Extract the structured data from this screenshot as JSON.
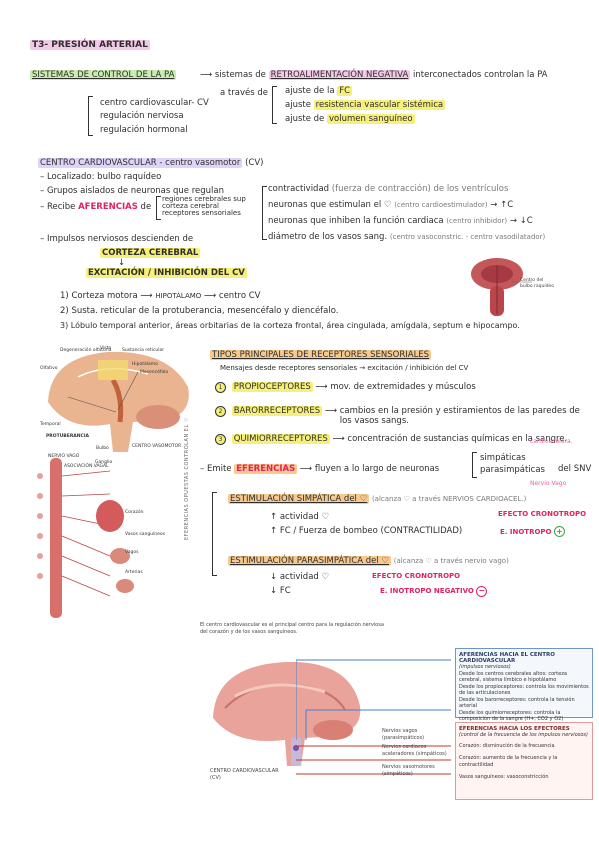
{
  "title": "T3- PRESIÓN ARTERIAL",
  "systems": {
    "heading": "SISTEMAS DE CONTROL DE LA PA",
    "arrow_text": "sistemas de",
    "retro": "RETROALIMENTACIÓN NEGATIVA",
    "rest": "interconectados controlan la PA",
    "a_traves": "a través de",
    "list": [
      "centro cardiovascular- CV",
      "regulación nerviosa",
      "regulación hormonal"
    ],
    "ajustes": [
      {
        "pre": "ajuste de la",
        "hl": "FC"
      },
      {
        "pre": "ajuste",
        "hl": "resistencia vascular sistémica"
      },
      {
        "pre": "ajuste de",
        "hl": "volumen sanguíneo"
      }
    ]
  },
  "centro": {
    "heading": "CENTRO CARDIOVASCULAR - centro vasomotor",
    "heading_tag": "(CV)",
    "loc": "Localizado: bulbo raquídeo",
    "grupos": "Grupos aislados de neuronas que regulan",
    "recibe_pre": "Recibe",
    "aferencias": "AFERENCIAS",
    "recibe_de": "de",
    "aferencia_src": [
      "regiones cerebrales sup",
      "corteza cerebral",
      "receptores sensoriales"
    ],
    "impulsos": "Impulsos nerviosos descienden de",
    "corteza": "CORTEZA CEREBRAL",
    "excitacion": "EXCITACIÓN / INHIBICIÓN DEL CV",
    "regula": [
      {
        "text": "contractividad",
        "note": "(fuerza de contracción) de los ventrículos"
      },
      {
        "text": "neuronas que estimulan el ♡",
        "note": "(centro cardioestimulador)",
        "result": "→ ↑C"
      },
      {
        "text": "neuronas que inhiben la función cardiaca",
        "note": "(centro inhibidor)",
        "result": "→ ↓C"
      },
      {
        "text": "diámetro de los vasos sang.",
        "note": "(centro vasoconstric. - centro vasodilatador)"
      }
    ],
    "numbered": [
      {
        "n": "1)",
        "text": "Corteza motora",
        "arrow": "HIPOTÁLAMO",
        "tail": "centro CV"
      },
      {
        "n": "2)",
        "text": "Susta. reticular de la protuberancia, mesencéfalo y diencéfalo.",
        "arrow": "",
        "tail": ""
      },
      {
        "n": "3)",
        "text": "Lóbulo temporal anterior, áreas orbitarias de la corteza frontal, área cingulada, amígdala, septum e hipocampo.",
        "arrow": "",
        "tail": ""
      }
    ],
    "bulbo_labels": [
      "Centro del",
      "bulbo raquídeo"
    ]
  },
  "receptores": {
    "heading": "TIPOS PRINCIPALES DE RECEPTORES SENSORIALES",
    "mensajes": "Mensajes desde receptores sensoriales → excitación / inhibición del CV",
    "items": [
      {
        "n": "1",
        "name": "PROPIOCEPTORES",
        "desc": "mov. de extremidades y músculos"
      },
      {
        "n": "2",
        "name": "BARORRECEPTORES",
        "desc": "cambios en la presión y estiramientos de las paredes de los vasos sangs."
      },
      {
        "n": "3",
        "name": "QUIMIORRECEPTORES",
        "desc": "concentración de sustancias químicas en la sangre."
      }
    ],
    "emite_pre": "Emite",
    "eferencias": "EFERENCIAS",
    "emite_post": "fluyen a lo largo de neuronas",
    "simpaticas": "simpáticas",
    "parasimpaticas": "parasimpáticas",
    "del_snv": "del SNV",
    "note_cardio": "cardioacelera.",
    "note_vago": "Nervio Vago",
    "side_label": "EFERENCIAS OPUESTAS CONTROLAN EL ♡"
  },
  "simpatica": {
    "heading": "ESTIMULACIÓN SIMPÁTICA del ♡",
    "note": "(alcanza ♡ a través NERVIOS CARDIOACEL.)",
    "line1": "↑ actividad ♡",
    "line2": "↑ FC / Fuerza de bombeo (CONTRACTILIDAD)",
    "efecto1": "EFECTO CRONOTROPO",
    "efecto2": "E. INOTROPO",
    "sign": "+"
  },
  "parasimpatica": {
    "heading": "ESTIMULACIÓN PARASIMPÁTICA del ♡",
    "note": "(alcanza ♡ a través nervio vago)",
    "line1": "↓ actividad ♡",
    "line2": "↓ FC",
    "efecto1": "EFECTO CRONOTROPO",
    "efecto2": "E. INOTROPO NEGATIVO",
    "sign": "−"
  },
  "figure": {
    "caption": "El centro cardiovascular es el principal centro para la regulación nerviosa del corazón y de los vasos sanguíneos.",
    "aferencias_title": "AFERENCIAS HACIA EL CENTRO CARDIOVASCULAR",
    "aferencias_sub": "(impulsos nerviosos)",
    "aferencias_items": [
      "Desde los centros cerebrales altos: corteza cerebral, sistema límbico e hipotálamo",
      "Desde los propioceptores: controla los movimientos de las articulaciones",
      "Desde los barorreceptores: controla la tensión arterial",
      "Desde los quimiorreceptores: controla la composición de la sangre (H+, CO2 y O2)"
    ],
    "eferencias_title": "EFERENCIAS HACIA LOS EFECTORES",
    "eferencias_sub": "(control de la frecuencia de los impulsos nerviosos)",
    "eferencias_items": [
      "Corazón: disminución de la frecuencia",
      "Corazón: aumento de la frecuencia y la contractilidad",
      "Vasos sanguíneos: vasoconstricción"
    ],
    "nervios": [
      "Nervios vagos (parasimpáticos)",
      "Nervios cardíacos aceleradores (simpáticos)",
      "Nervios vasomotores (simpáticos)"
    ],
    "centro_label": "CENTRO CARDIOVASCULAR (CV)"
  },
  "brain_labels": {
    "top": [
      "Degeneración olfatoria",
      "Vista",
      "Sustancia reticular",
      "Hipotálamo",
      "Mesencéfalo"
    ],
    "left": [
      "Olfativo",
      "Temporal"
    ],
    "bottom": [
      "PROTUBERANCIA",
      "Bulbo",
      "CENTRO VASOMOTOR",
      "NERVIO VAGO",
      "ASOCIACIÓN VAGAL"
    ]
  },
  "spine_labels": [
    "Ganglio",
    "Corazón",
    "Vasos sanguíneos",
    "Vagos",
    "Arterias"
  ]
}
